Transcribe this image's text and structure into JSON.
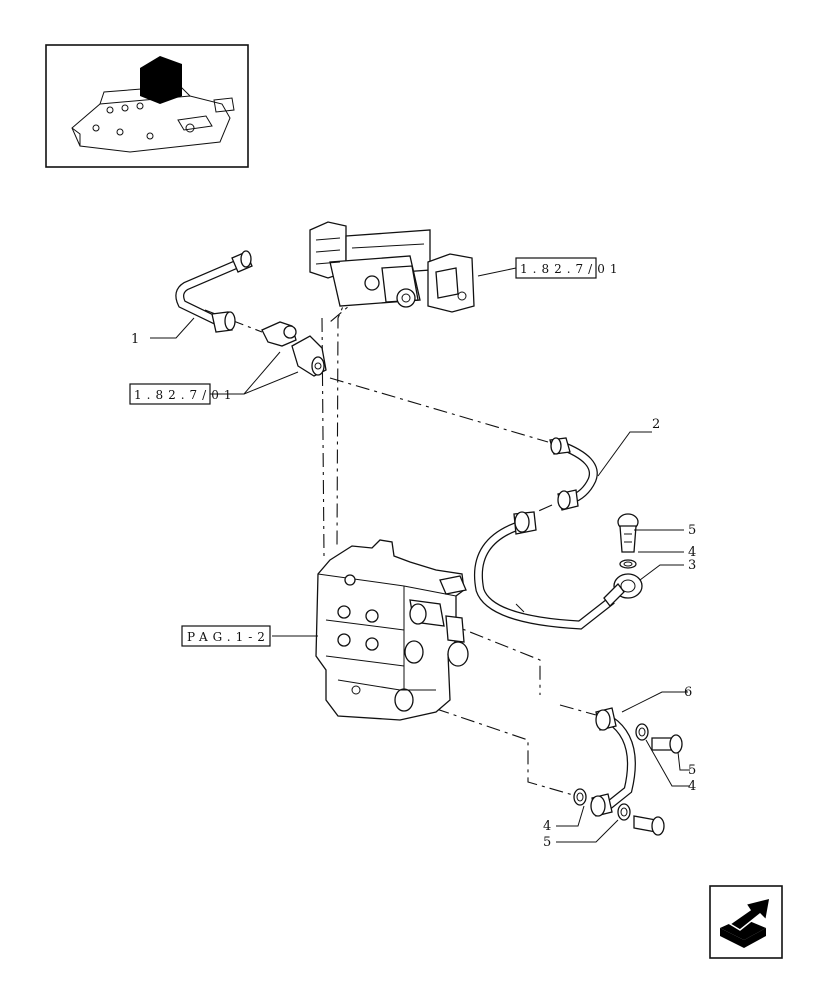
{
  "callouts": {
    "item_1": "1",
    "item_2": "2",
    "item_3": "3",
    "item_4a": "4",
    "item_5a": "5",
    "item_6": "6",
    "item_5b": "5",
    "item_4b": "4",
    "item_4c": "4",
    "item_5c": "5"
  },
  "references": {
    "ref_top": "1.82.7/01",
    "ref_left": "1.82.7/01",
    "ref_page": "PAG.1-2"
  },
  "icons": {
    "locator": "tractor-assembly-locator-icon",
    "nav": "next-page-arrow-icon"
  }
}
